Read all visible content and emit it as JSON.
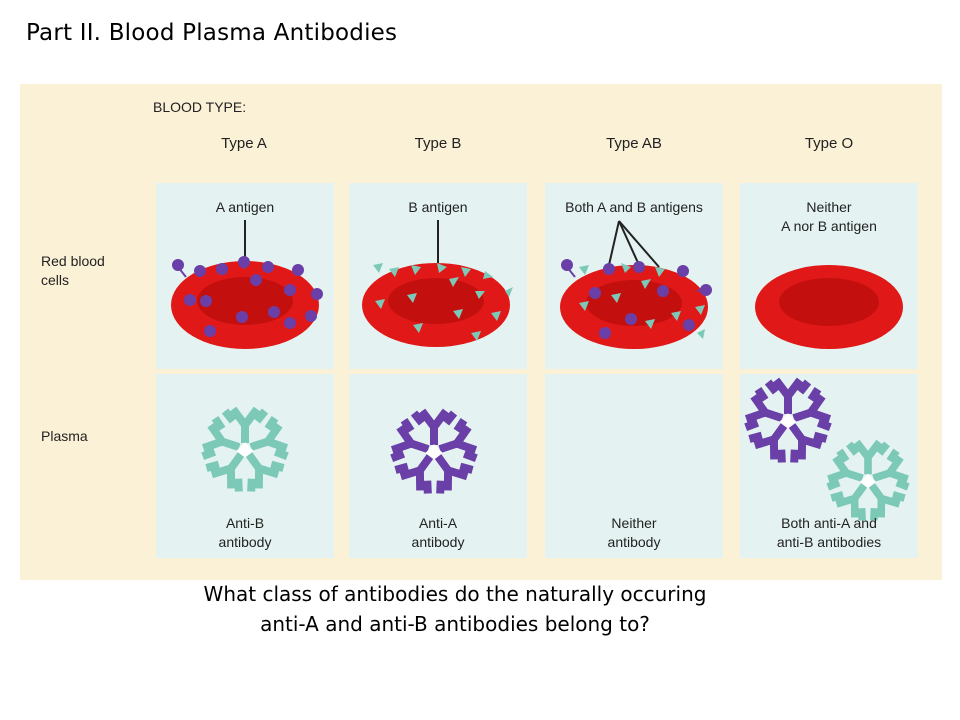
{
  "title": "Part II. Blood Plasma Antibodies",
  "figure": {
    "blood_type_heading": "BLOOD TYPE:",
    "row_labels": {
      "red_blood_cells": [
        "Red blood",
        "cells"
      ],
      "plasma": "Plasma"
    },
    "columns": [
      {
        "type": "Type A",
        "antigen_label": [
          "A antigen"
        ],
        "antibody_label": [
          "Anti-B",
          "antibody"
        ]
      },
      {
        "type": "Type B",
        "antigen_label": [
          "B antigen"
        ],
        "antibody_label": [
          "Anti-A",
          "antibody"
        ]
      },
      {
        "type": "Type AB",
        "antigen_label": [
          "Both A and B antigens"
        ],
        "antibody_label": [
          "Neither",
          "antibody"
        ]
      },
      {
        "type": "Type O",
        "antigen_label": [
          "Neither",
          "A nor B antigen"
        ],
        "antibody_label": [
          "Both anti-A and",
          "anti-B antibodies"
        ]
      }
    ],
    "colors": {
      "a_antigen": "#6a3fa7",
      "b_antigen": "#7cc9b8",
      "red_cell": "#e01818",
      "cell_background": "#e4f3f1",
      "figure_background": "#fbf1d6"
    }
  },
  "question": [
    "What class of antibodies do the naturally occuring",
    "anti-A and anti-B antibodies belong to?"
  ]
}
